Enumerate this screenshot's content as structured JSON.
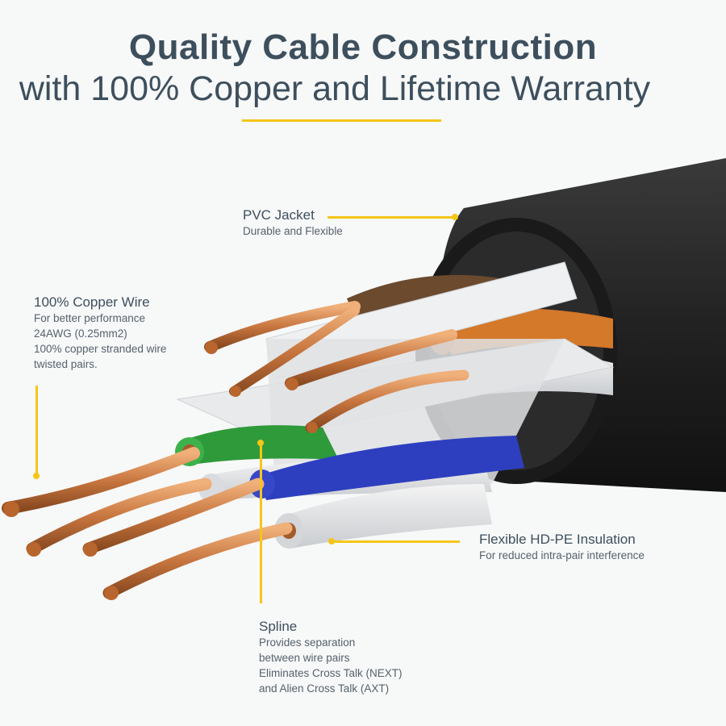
{
  "header": {
    "title": "Quality Cable Construction",
    "subtitle": "with 100% Copper and Lifetime Warranty"
  },
  "callouts": {
    "jacket": {
      "title": "PVC Jacket",
      "lines": [
        "Durable and Flexible"
      ]
    },
    "copper": {
      "title": "100% Copper Wire",
      "lines": [
        "For better performance",
        "24AWG (0.25mm2)",
        "100% copper stranded wire",
        "twisted pairs."
      ]
    },
    "insulation": {
      "title": "Flexible HD-PE Insulation",
      "lines": [
        "For reduced intra-pair interference"
      ]
    },
    "spline": {
      "title": "Spline",
      "lines": [
        "Provides separation",
        "between wire pairs",
        "Eliminates Cross Talk (NEXT)",
        "and Alien Cross Talk (AXT)"
      ]
    }
  },
  "colors": {
    "accent": "#f5c618",
    "text": "#3d4f5d",
    "jacket": "#2a2a2a",
    "copper": "#c8763f",
    "pair_brown": "#6b4a2e",
    "pair_orange": "#d4782a",
    "pair_green": "#2f9a3a",
    "pair_blue": "#2d3fbf",
    "spline": "#e4e6e8"
  }
}
